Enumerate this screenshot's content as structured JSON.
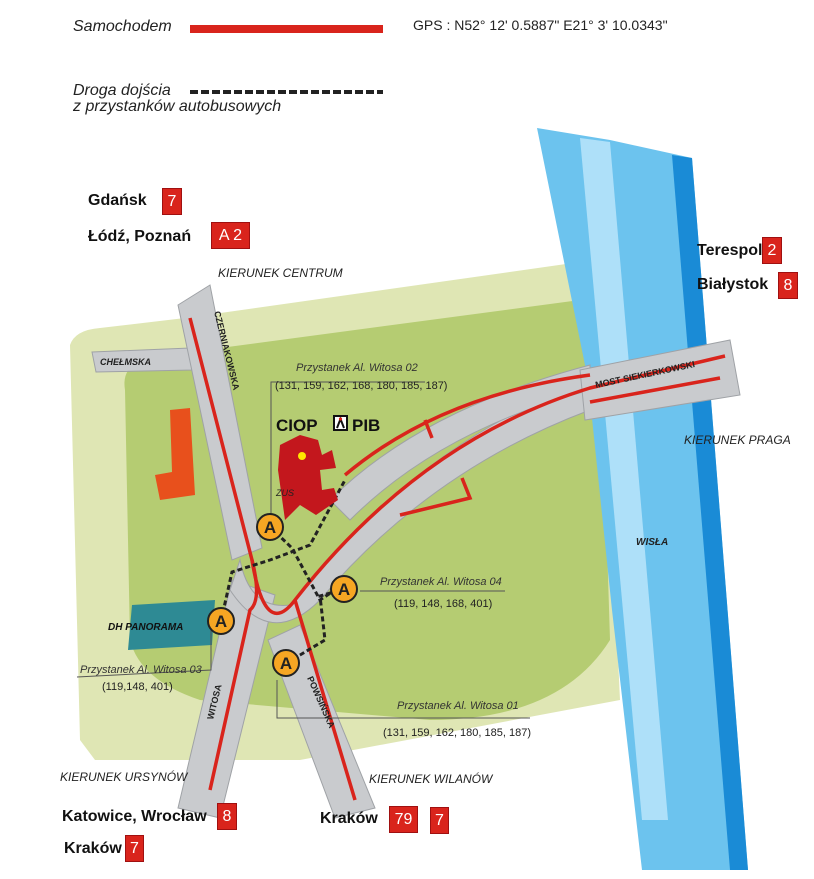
{
  "legend": {
    "car_label": "Samochodem",
    "walk_label_line1": "Droga dojścia",
    "walk_label_line2": "z przystanków autobusowych",
    "car_color": "#d9241c"
  },
  "gps": "GPS : N52° 12' 0.5887\" E21° 3' 10.0343\"",
  "directions": {
    "top_left": [
      {
        "city": "Gdańsk",
        "roads": [
          "7"
        ]
      },
      {
        "city": "Łódź, Poznań",
        "roads": [
          "A 2"
        ]
      }
    ],
    "top_right": [
      {
        "city": "Terespol",
        "roads": [
          "2"
        ]
      },
      {
        "city": "Białystok",
        "roads": [
          "8"
        ]
      }
    ],
    "bottom_left": [
      {
        "city": "Katowice, Wrocław",
        "roads": [
          "8"
        ]
      },
      {
        "city": "Kraków",
        "roads": [
          "7"
        ]
      }
    ],
    "bottom_right": [
      {
        "city": "Kraków",
        "roads": [
          "79",
          "7"
        ]
      }
    ]
  },
  "kierunki": {
    "centrum": "KIERUNEK CENTRUM",
    "praga": "KIERUNEK PRAGA",
    "ursynow": "KIERUNEK URSYNÓW",
    "wilanow": "KIERUNEK WILANÓW"
  },
  "streets": {
    "chelmska": "CHEŁMSKA",
    "czerniakowska": "CZERNIAKOWSKA",
    "most": "MOST SIEKIERKOWSKI",
    "wisla": "WISŁA",
    "witosa": "WITOSA",
    "powsinska": "POWSIŃSKA"
  },
  "places": {
    "ciop": "CIOP",
    "pib": "PIB",
    "zus": "ZUS",
    "panorama": "DH PANORAMA"
  },
  "stops": {
    "w02": {
      "name": "Przystanek Al. Witosa 02",
      "routes": "(131, 159, 162, 168, 180, 185, 187)"
    },
    "w04": {
      "name": "Przystanek Al. Witosa 04",
      "routes": "(119, 148, 168, 401)"
    },
    "w03": {
      "name": "Przystanek Al. Witosa 03",
      "routes": "(119,148, 401)"
    },
    "w01": {
      "name": "Przystanek Al. Witosa 01",
      "routes": "(131, 159, 162, 180, 185, 187)"
    },
    "symbol": "A"
  },
  "colors": {
    "road": "#c9cbce",
    "green_light": "#dfe6b4",
    "green": "#b5cc72",
    "river": "#6cc3ee",
    "building": "#c3171d"
  }
}
